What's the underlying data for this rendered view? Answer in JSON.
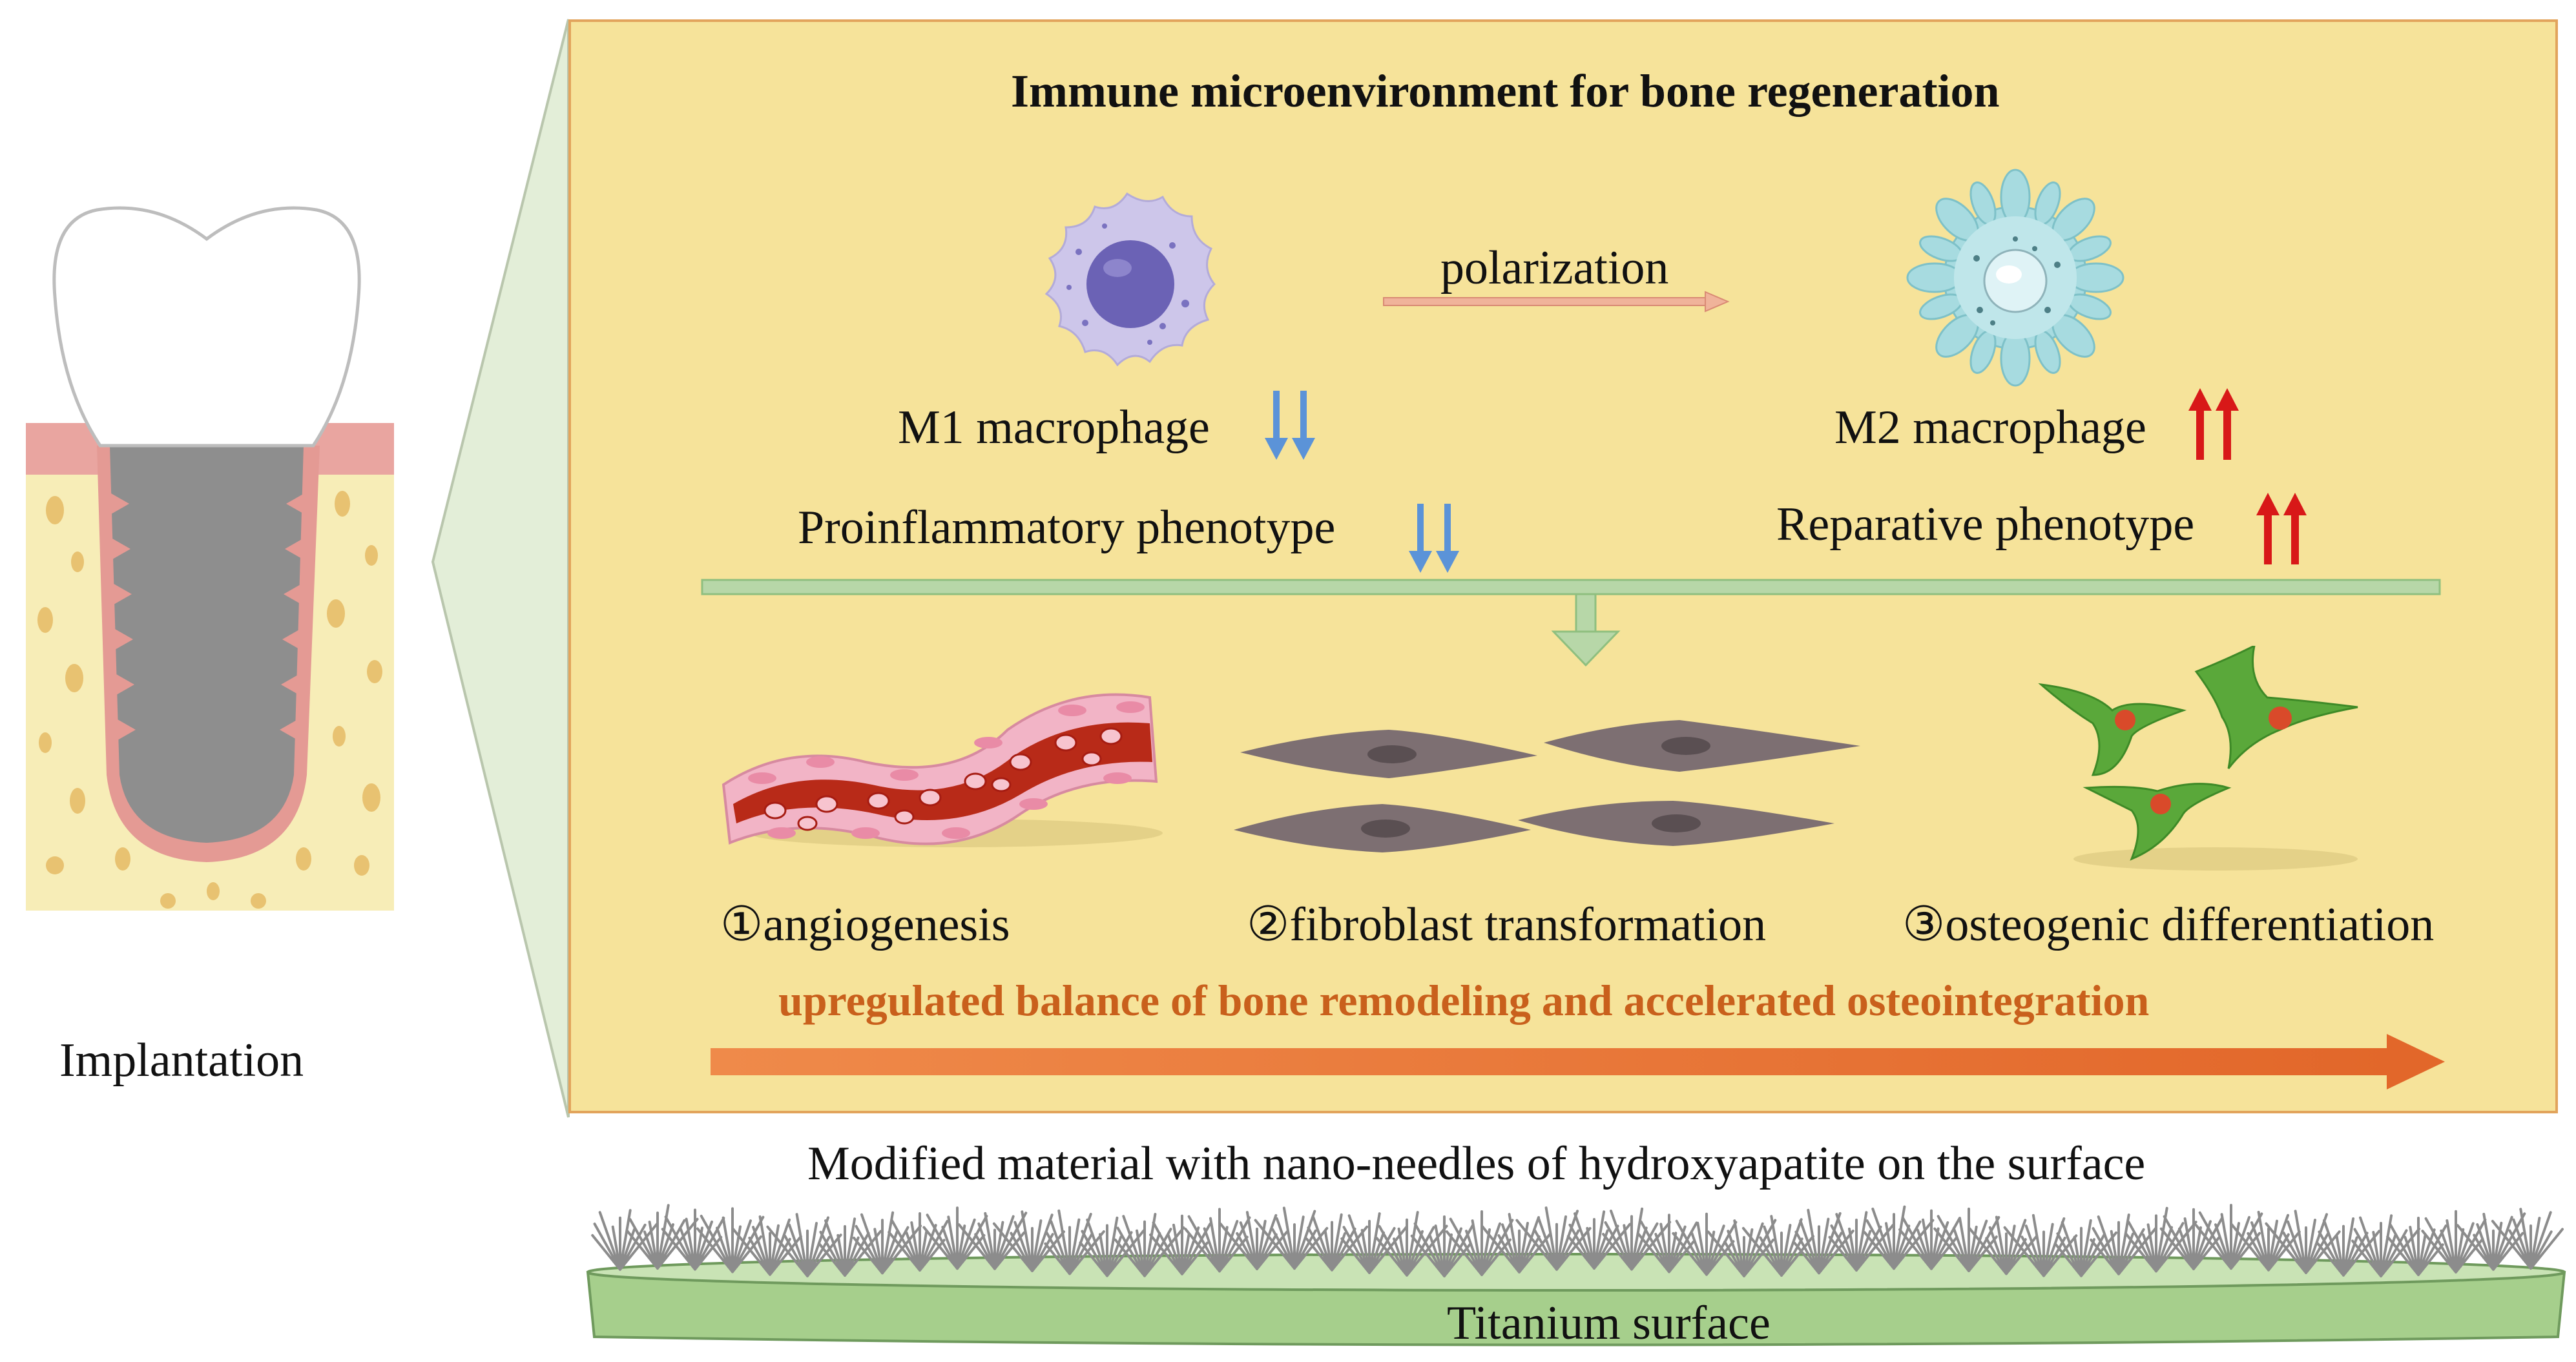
{
  "colors": {
    "panel_bg": "#f6e39a",
    "panel_border": "#e2a45c",
    "down_arrow": "#5b93d8",
    "up_arrow": "#d81818",
    "accent_text": "#c9601c",
    "divider": "#b7d7a8",
    "titanium": "#a6cf8c"
  },
  "left": {
    "caption": "Implantation"
  },
  "panel": {
    "title": "Immune microenvironment for bone regeneration",
    "polarization": "polarization",
    "m1_label": "M1 macrophage",
    "m2_label": "M2 macrophage",
    "pro_label": "Proinflammatory phenotype",
    "rep_label": "Reparative phenotype",
    "down_arrow_icon": "double-down-arrow",
    "up_arrow_icon": "double-up-arrow",
    "outcomes": [
      {
        "label": "①angiogenesis"
      },
      {
        "label": "②fibroblast transformation"
      },
      {
        "label": "③osteogenic differentiation"
      }
    ],
    "conclusion": "upregulated balance of bone remodeling and accelerated osteointegration"
  },
  "bottom": {
    "material_label": "Modified material with nano-needles of hydroxyapatite on the surface",
    "titanium_label": "Titanium surface"
  }
}
